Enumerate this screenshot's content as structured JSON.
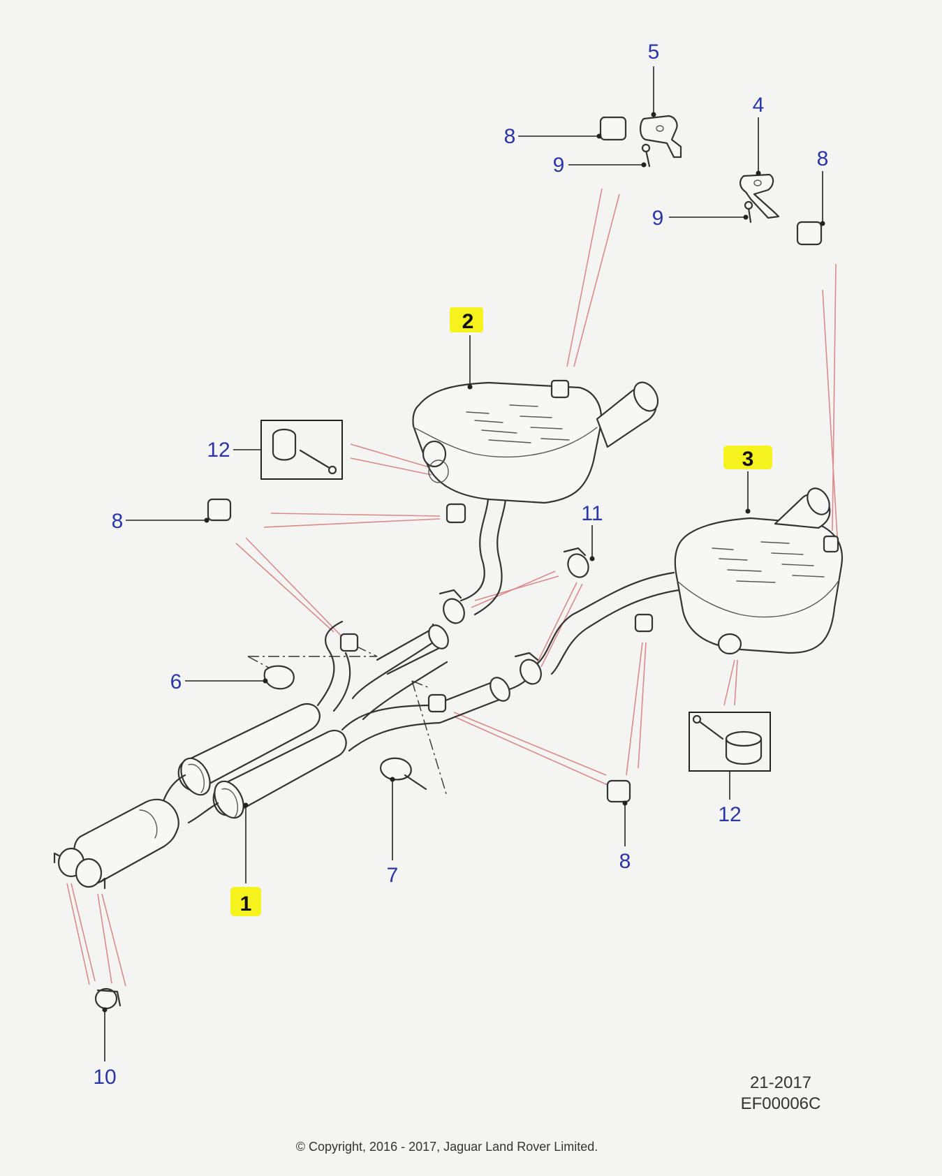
{
  "callouts": [
    {
      "id": "c5",
      "label": "5",
      "highlight": false
    },
    {
      "id": "c4",
      "label": "4",
      "highlight": false
    },
    {
      "id": "c8a",
      "label": "8",
      "highlight": false
    },
    {
      "id": "c9a",
      "label": "9",
      "highlight": false
    },
    {
      "id": "c8b",
      "label": "8",
      "highlight": false
    },
    {
      "id": "c9b",
      "label": "9",
      "highlight": false
    },
    {
      "id": "c2",
      "label": "2",
      "highlight": true
    },
    {
      "id": "c3",
      "label": "3",
      "highlight": true
    },
    {
      "id": "c12a",
      "label": "12",
      "highlight": false
    },
    {
      "id": "c8c",
      "label": "8",
      "highlight": false
    },
    {
      "id": "c11",
      "label": "11",
      "highlight": false
    },
    {
      "id": "c6",
      "label": "6",
      "highlight": false
    },
    {
      "id": "c12b",
      "label": "12",
      "highlight": false
    },
    {
      "id": "c8d",
      "label": "8",
      "highlight": false
    },
    {
      "id": "c7",
      "label": "7",
      "highlight": false
    },
    {
      "id": "c1",
      "label": "1",
      "highlight": true
    },
    {
      "id": "c10",
      "label": "10",
      "highlight": false
    }
  ],
  "reference": {
    "line1": "21-2017",
    "line2": "EF00006C"
  },
  "copyright": "© Copyright, 2016 - 2017, Jaguar Land Rover Limited.",
  "colors": {
    "callout": "#2a35a8",
    "highlight": "#f6f21e",
    "leader_red": "#d98a8a"
  }
}
